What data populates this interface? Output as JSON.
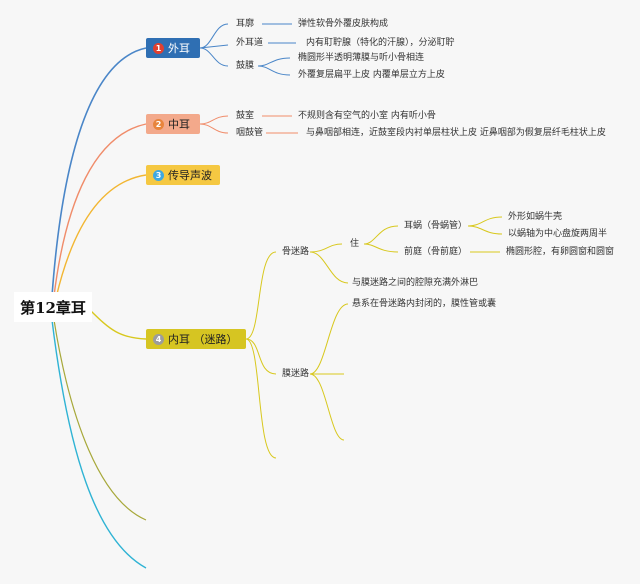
{
  "root": "第12章耳",
  "topics": [
    {
      "num": "1",
      "label": "外耳"
    },
    {
      "num": "2",
      "label": "中耳"
    },
    {
      "num": "3",
      "label": "传导声波"
    },
    {
      "num": "4",
      "label": "内耳 （迷路）"
    }
  ],
  "outer": {
    "auricle": "耳廓",
    "auricle_desc": "弹性软骨外覆皮肤构成",
    "canal": "外耳道",
    "canal_desc": "内有耵聍腺（特化的汗腺），分泌耵聍",
    "tympanum": "鼓膜",
    "tympanum_desc1": "椭圆形半透明薄膜与听小骨相连",
    "tympanum_desc2": "外覆复层扁平上皮 内覆单层立方上皮"
  },
  "middle": {
    "cavity": "鼓室",
    "cavity_desc": "不规则含有空气的小室 内有听小骨",
    "tube": "咽鼓管",
    "tube_desc": "与鼻咽部相连，近鼓室段内衬单层柱状上皮 近鼻咽部为假复层纤毛柱状上皮"
  },
  "inner": {
    "bony": "骨迷路",
    "bony_sub": "住",
    "cochlea": "耳蜗（骨蜗管）",
    "cochlea_d1": "外形如蜗牛壳",
    "cochlea_d2": "以蜗轴为中心盘旋两周半",
    "vestibule": "前庭（骨前庭）",
    "vestibule_d": "椭圆形腔，有卵圆窗和圆窗",
    "perilymph": "与膜迷路之间的腔隙充满外淋巴",
    "membranous": "膜迷路",
    "membranous_d": "悬系在骨迷路内封闭的，膜性管或囊"
  },
  "colors": {
    "outer": "#4a86c8",
    "outer_box": "#2f6fb3",
    "middle": "#f08c6a",
    "middle_box": "#f3a98b",
    "sound": "#f2b632",
    "sound_box": "#f5c842",
    "inner": "#d8c81e",
    "inner_box": "#d6c522",
    "extra1": "#a7a83a",
    "extra2": "#2fb3d4",
    "badge": "#e04030",
    "badge_inner": "#9c9c9c"
  }
}
